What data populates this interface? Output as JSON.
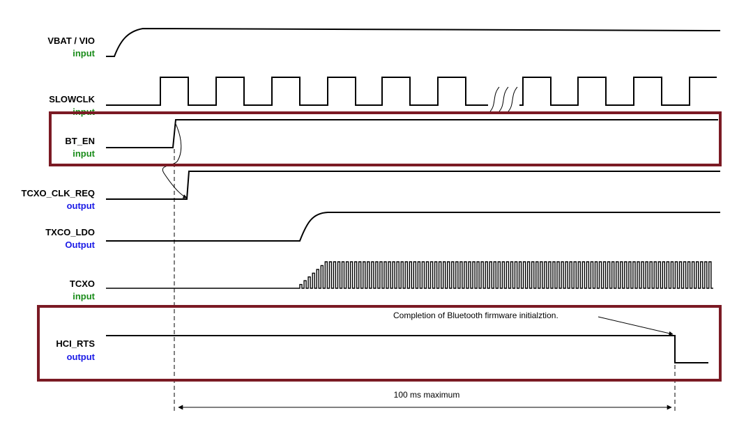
{
  "signals": [
    {
      "key": "vbat",
      "name": "VBAT / VIO",
      "direction": "input"
    },
    {
      "key": "slowclk",
      "name": "SLOWCLK",
      "direction": "input"
    },
    {
      "key": "bten",
      "name": "BT_EN",
      "direction": "input"
    },
    {
      "key": "tcxoreq",
      "name": "TCXO_CLK_REQ",
      "direction": "output"
    },
    {
      "key": "txcoldo",
      "name": "TXCO_LDO",
      "direction": "Output"
    },
    {
      "key": "tcxo",
      "name": "TCXO",
      "direction": "input"
    },
    {
      "key": "hcirts",
      "name": "HCI_RTS",
      "direction": "output"
    }
  ],
  "annotations": {
    "completion": "Completion of Bluetooth firmware initialztion.",
    "duration": "100 ms maximum"
  },
  "colors": {
    "input": "#1a8c1a",
    "output": "#1a1ae6",
    "highlight": "#7b1a24",
    "wave": "#000000"
  }
}
